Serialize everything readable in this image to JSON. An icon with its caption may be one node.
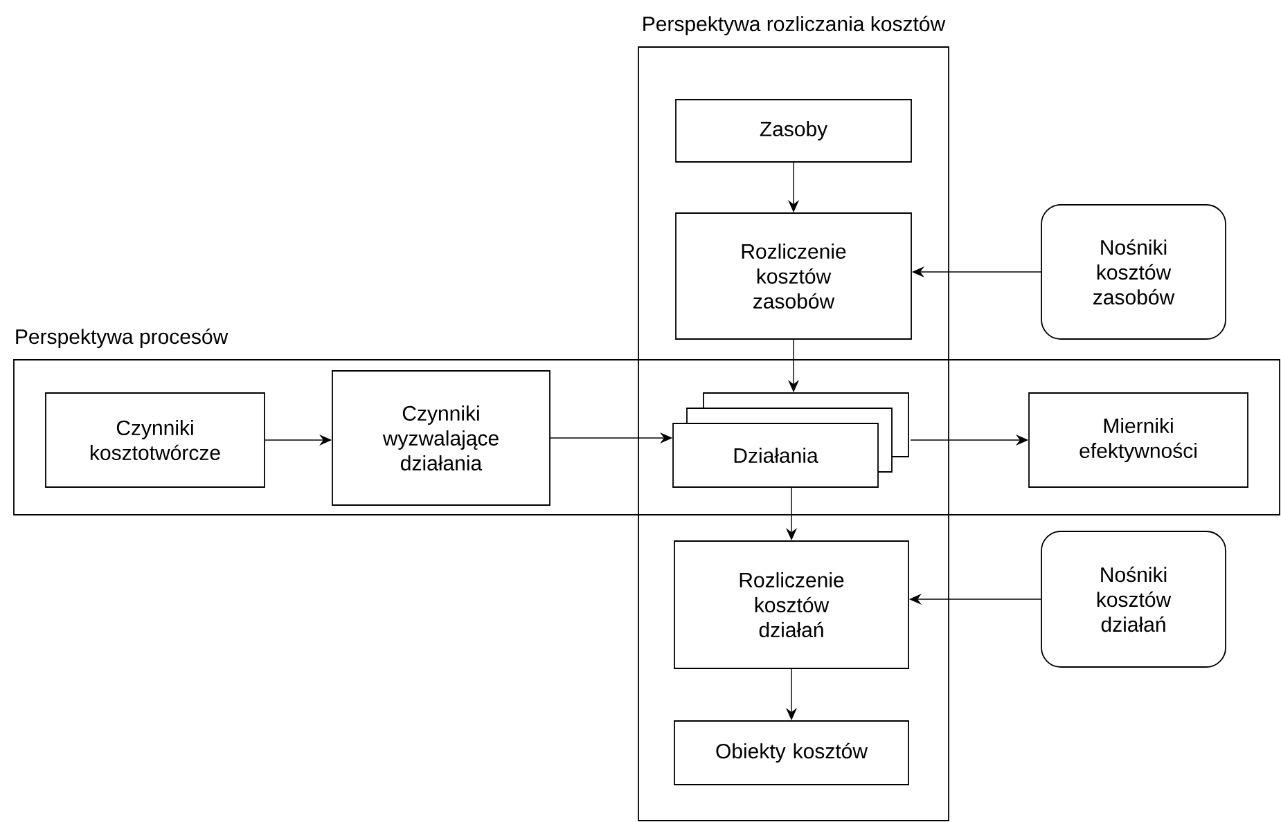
{
  "diagram": {
    "nodes": [
      {
        "text": [
          "Perspektywa rozliczania kosztów"
        ]
      },
      {
        "text": [
          "Zasoby"
        ],
        "in": 0
      },
      {
        "text": [
          "Rozliczenie kosztów zasobów"
        ],
        "in": 0
      },
      {
        "text": [
          "Nośniki kosztów zasobów"
        ]
      },
      {
        "text": [
          "Perspektywa procesów"
        ]
      },
      {
        "text": [
          "Czynniki kosztotwórcze"
        ],
        "in": 4
      },
      {
        "text": [
          "Czynniki wyzwalające działania"
        ],
        "in": 4
      },
      {
        "text": [
          "Działania"
        ]
      },
      {
        "text": [
          "Mierniki efektywności"
        ],
        "in": 4
      },
      {
        "text": [
          "Rozliczenie kosztów działań"
        ],
        "in": 0
      },
      {
        "text": [
          "Nośniki kosztów działań"
        ]
      },
      {
        "text": [
          "Obiekty kosztów"
        ],
        "in": 0
      }
    ],
    "edges": [
      {
        "from": 1,
        "to": 2,
        "arrow": "to"
      },
      {
        "from": 3,
        "to": 2,
        "arrow": "to"
      },
      {
        "from": 2,
        "to": 7,
        "arrow": "to"
      },
      {
        "from": 5,
        "to": 6,
        "arrow": "to"
      },
      {
        "from": 6,
        "to": 7,
        "arrow": "to"
      },
      {
        "from": 7,
        "to": 8,
        "arrow": "to"
      },
      {
        "from": 7,
        "to": 9,
        "arrow": "to"
      },
      {
        "from": 10,
        "to": 9,
        "arrow": "to"
      },
      {
        "from": 9,
        "to": 11,
        "arrow": "to"
      }
    ]
  }
}
